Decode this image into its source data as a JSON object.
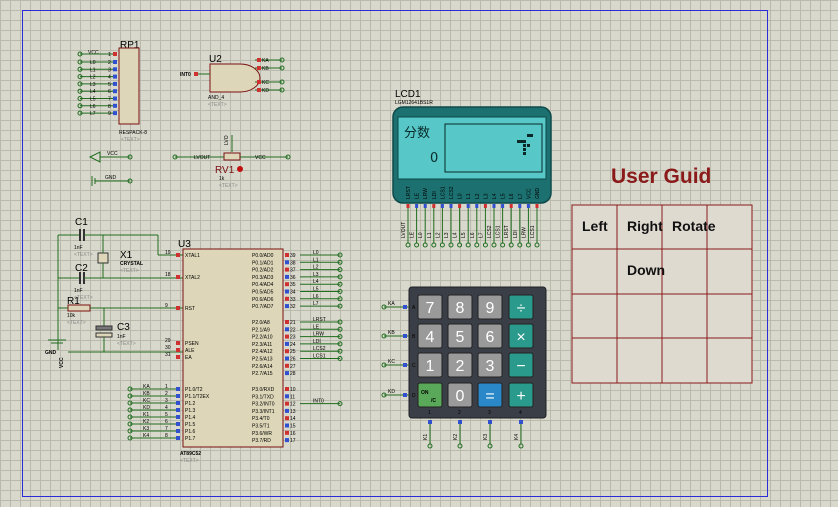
{
  "rp1": {
    "ref": "RP1",
    "part": "RESPACK-8",
    "vcc": "VCC",
    "pins": [
      "L0",
      "L1",
      "L2",
      "L3",
      "L4",
      "L5",
      "L6",
      "L7"
    ],
    "pinnums": [
      "1",
      "2",
      "3",
      "4",
      "5",
      "6",
      "7",
      "8",
      "9"
    ]
  },
  "u2": {
    "ref": "U2",
    "part": "AND_4",
    "input": "INT0",
    "ins": [
      "KA",
      "KB",
      "KC",
      "KD"
    ]
  },
  "lcd1": {
    "ref": "LCD1",
    "part": "LGM12641BS1R",
    "score_label": "分数",
    "score_value": "0",
    "pins": [
      "LRST",
      "LE",
      "LRW",
      "LDI",
      "LCS1",
      "LCS2",
      "L0",
      "L1",
      "L2",
      "L3",
      "L4",
      "L5",
      "L6",
      "L7",
      "VCC",
      "GND"
    ],
    "pins_bottom": [
      "LVOUT",
      "LE",
      "L0",
      "L1",
      "L2",
      "L3",
      "L4",
      "L5",
      "L6",
      "L7",
      "LCS2",
      "LCS1",
      "LRST",
      "LDI",
      "LRW",
      "LCS1",
      "LCS2"
    ]
  },
  "rv1": {
    "ref": "RV1",
    "value": "1k",
    "vout": "LVOUT",
    "vcc": "VCC",
    "lvo": "LVO"
  },
  "power": {
    "vcc": "VCC",
    "gnd": "GND"
  },
  "c1": {
    "ref": "C1",
    "value": "1nF"
  },
  "c2": {
    "ref": "C2",
    "value": "1nF"
  },
  "c3": {
    "ref": "C3",
    "value": "1nF"
  },
  "x1": {
    "ref": "X1",
    "part": "CRYSTAL"
  },
  "r1": {
    "ref": "R1",
    "value": "10k"
  },
  "u3": {
    "ref": "U3",
    "part": "AT89C52",
    "left_pins": [
      {
        "num": "19",
        "name": "XTAL1"
      },
      {
        "num": "18",
        "name": "XTAL2"
      },
      {
        "num": "9",
        "name": "RST"
      },
      {
        "num": "29",
        "name": "PSEN"
      },
      {
        "num": "30",
        "name": "ALE"
      },
      {
        "num": "31",
        "name": "EA"
      },
      {
        "num": "1",
        "name": "P1.0/T2"
      },
      {
        "num": "2",
        "name": "P1.1/T2EX"
      },
      {
        "num": "3",
        "name": "P1.2"
      },
      {
        "num": "4",
        "name": "P1.3"
      },
      {
        "num": "5",
        "name": "P1.4"
      },
      {
        "num": "6",
        "name": "P1.5"
      },
      {
        "num": "7",
        "name": "P1.6"
      },
      {
        "num": "8",
        "name": "P1.7"
      }
    ],
    "right_pins": [
      {
        "num": "39",
        "name": "P0.0/AD0"
      },
      {
        "num": "38",
        "name": "P0.1/AD1"
      },
      {
        "num": "37",
        "name": "P0.2/AD2"
      },
      {
        "num": "36",
        "name": "P0.3/AD3"
      },
      {
        "num": "35",
        "name": "P0.4/AD4"
      },
      {
        "num": "34",
        "name": "P0.5/AD5"
      },
      {
        "num": "33",
        "name": "P0.6/AD6"
      },
      {
        "num": "32",
        "name": "P0.7/AD7"
      },
      {
        "num": "21",
        "name": "P2.0/A8"
      },
      {
        "num": "22",
        "name": "P2.1/A9"
      },
      {
        "num": "23",
        "name": "P2.2/A10"
      },
      {
        "num": "24",
        "name": "P2.3/A11"
      },
      {
        "num": "25",
        "name": "P2.4/A12"
      },
      {
        "num": "26",
        "name": "P2.5/A13"
      },
      {
        "num": "27",
        "name": "P2.6/A14"
      },
      {
        "num": "28",
        "name": "P2.7/A15"
      },
      {
        "num": "10",
        "name": "P3.0/RXD"
      },
      {
        "num": "11",
        "name": "P3.1/TXD"
      },
      {
        "num": "12",
        "name": "P3.2/INT0"
      },
      {
        "num": "13",
        "name": "P3.3/INT1"
      },
      {
        "num": "14",
        "name": "P3.4/T0"
      },
      {
        "num": "15",
        "name": "P3.5/T1"
      },
      {
        "num": "16",
        "name": "P3.6/WR"
      },
      {
        "num": "17",
        "name": "P3.7/RD"
      }
    ],
    "p0_nets": [
      "L0",
      "L1",
      "L2",
      "L3",
      "L4",
      "L5",
      "L6",
      "L7"
    ],
    "p2_nets": [
      "LRST",
      "LE",
      "LRW",
      "LDI",
      "LCS2",
      "LCS1"
    ],
    "p3_nets": [
      "INT0"
    ],
    "p1_nets": [
      "KA",
      "KB",
      "KC",
      "KD",
      "K1",
      "K2",
      "K3",
      "K4"
    ]
  },
  "text_placeholder": "<TEXT>",
  "keypad": {
    "rows": [
      "A",
      "B",
      "C",
      "D"
    ],
    "row_nets": [
      "KA",
      "KB",
      "KC",
      "KD"
    ],
    "col_nets": [
      "K1",
      "K2",
      "K3",
      "K4"
    ],
    "col_nums": [
      "1",
      "2",
      "3",
      "4"
    ],
    "keys": [
      "7",
      "8",
      "9",
      "÷",
      "4",
      "5",
      "6",
      "×",
      "1",
      "2",
      "3",
      "−",
      "ON/C",
      "0",
      "=",
      "+"
    ]
  },
  "user_guide": {
    "title": "User Guid",
    "cells": [
      "Left",
      "Right",
      "Rotate",
      "",
      "",
      "Down",
      "",
      "",
      "",
      "",
      "",
      "",
      "",
      "",
      "",
      ""
    ]
  },
  "colors": {
    "wire": "#1f6d1f",
    "lcd_body": "#1c7070",
    "lcd_screen": "#57c7c7",
    "keypad_body": "#3a3e46",
    "title": "#8b1a1a",
    "grid_line": "#8b1a1a"
  }
}
